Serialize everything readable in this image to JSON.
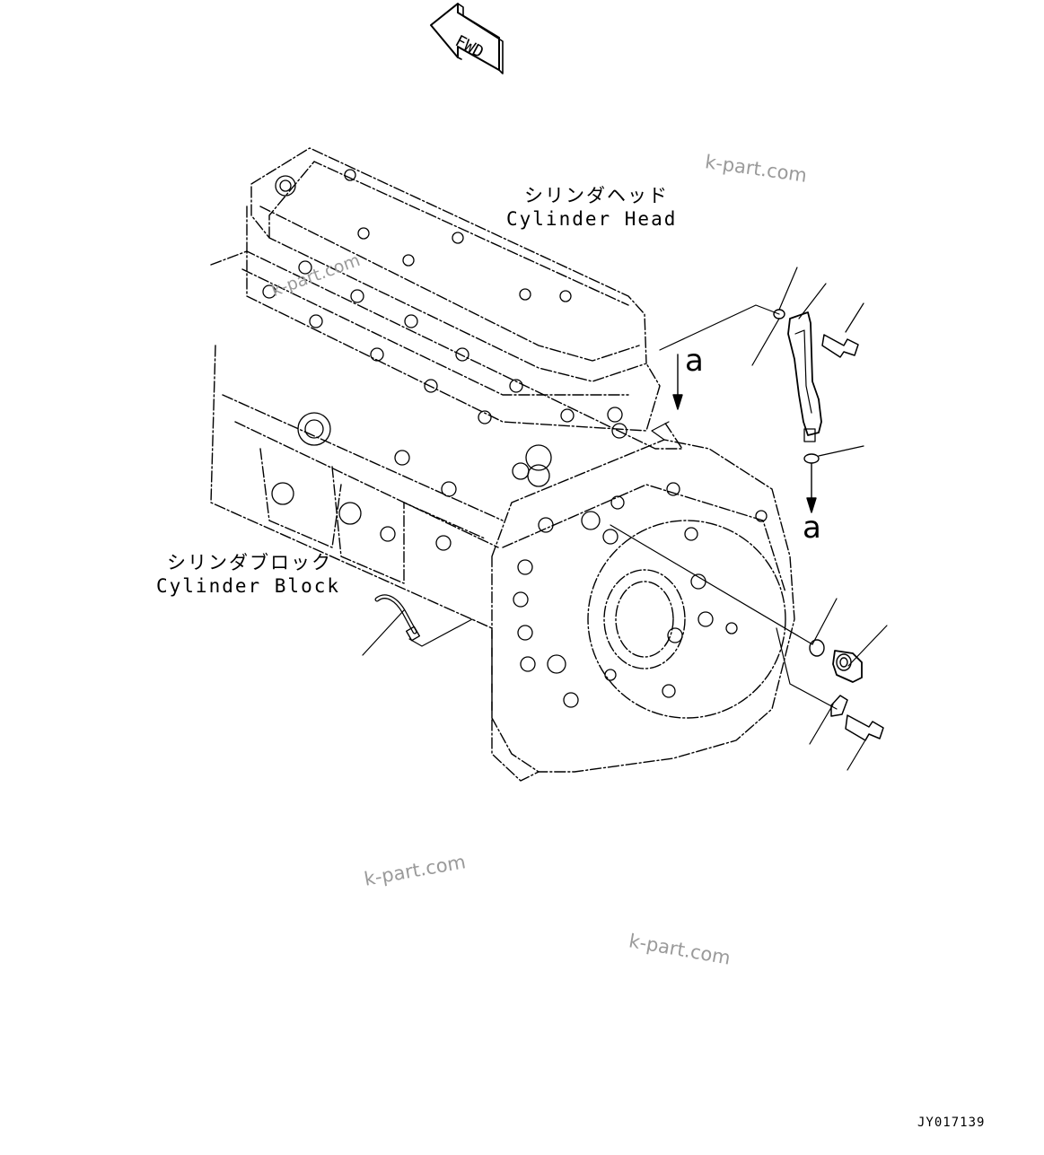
{
  "fwd_label": "FWD",
  "labels": {
    "cylinder_head_jp": "シリンダヘッド",
    "cylinder_head_en": "Cylinder Head",
    "cylinder_block_jp": "シリンダブロック",
    "cylinder_block_en": "Cylinder Block"
  },
  "refs": {
    "upper": "a",
    "lower": "a"
  },
  "watermarks": [
    "k-part.com",
    "k-part.com",
    "k-part.com",
    "k-part.com"
  ],
  "drawing_code": "JY017139"
}
